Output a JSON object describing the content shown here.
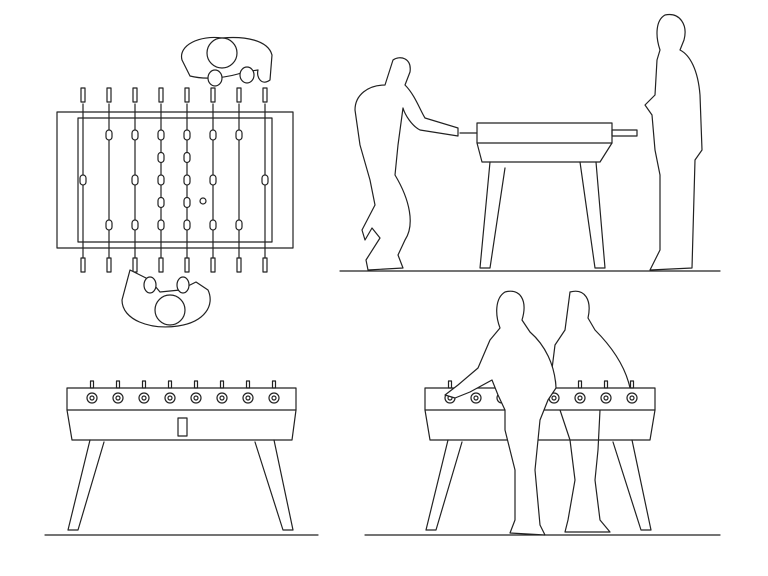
{
  "colors": {
    "line": "#222222",
    "background": "#ffffff"
  },
  "views": [
    {
      "id": "top-view",
      "rods": 8
    },
    {
      "id": "side-view-one-player"
    },
    {
      "id": "front-view",
      "knobs": 8
    },
    {
      "id": "front-view-two-players",
      "knobs": 8
    }
  ]
}
